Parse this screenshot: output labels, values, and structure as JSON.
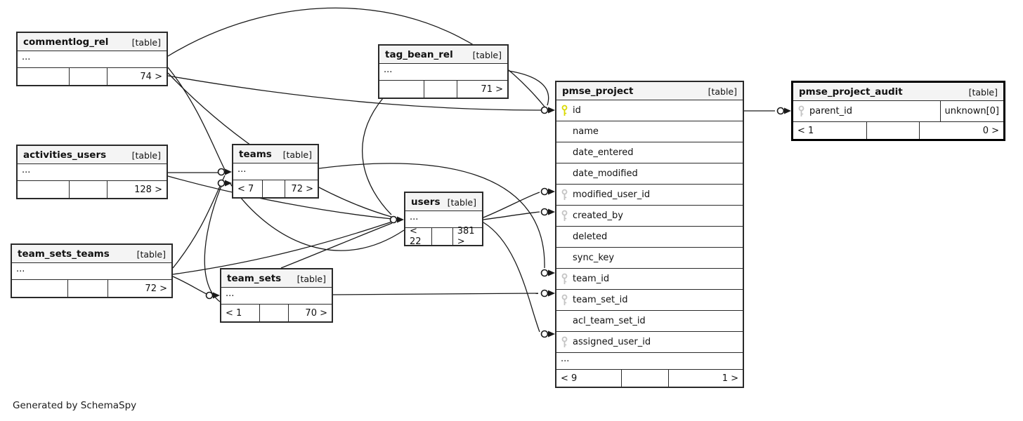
{
  "app": {
    "credit": "Generated by SchemaSpy"
  },
  "colors": {
    "pk_key": "#d9d900",
    "fk_key": "#c4c4c4",
    "header_bg": "#f4f4f4",
    "line": "#1a1a1a"
  },
  "tables": [
    {
      "name": "commentlog_rel",
      "tag": "[table]",
      "ellipsis": "...",
      "footer": [
        "",
        "",
        "74 >"
      ]
    },
    {
      "name": "tag_bean_rel",
      "tag": "[table]",
      "ellipsis": "...",
      "footer": [
        "",
        "",
        "71 >"
      ]
    },
    {
      "name": "activities_users",
      "tag": "[table]",
      "ellipsis": "...",
      "footer": [
        "",
        "",
        "128 >"
      ]
    },
    {
      "name": "teams",
      "tag": "[table]",
      "ellipsis": "...",
      "footer": [
        "< 7",
        "",
        "72 >"
      ]
    },
    {
      "name": "users",
      "tag": "[table]",
      "ellipsis": "...",
      "footer": [
        "< 22",
        "",
        "381 >"
      ]
    },
    {
      "name": "team_sets_teams",
      "tag": "[table]",
      "ellipsis": "...",
      "footer": [
        "",
        "",
        "72 >"
      ]
    },
    {
      "name": "team_sets",
      "tag": "[table]",
      "ellipsis": "...",
      "footer": [
        "< 1",
        "",
        "70 >"
      ]
    },
    {
      "name": "pmse_project",
      "tag": "[table]",
      "ellipsis": "...",
      "columns": [
        {
          "name": "id",
          "key": "pk"
        },
        {
          "name": "name"
        },
        {
          "name": "date_entered"
        },
        {
          "name": "date_modified"
        },
        {
          "name": "modified_user_id",
          "key": "fk"
        },
        {
          "name": "created_by",
          "key": "fk"
        },
        {
          "name": "deleted"
        },
        {
          "name": "sync_key"
        },
        {
          "name": "team_id",
          "key": "fk"
        },
        {
          "name": "team_set_id",
          "key": "fk"
        },
        {
          "name": "acl_team_set_id"
        },
        {
          "name": "assigned_user_id",
          "key": "fk"
        }
      ],
      "footer": [
        "< 9",
        "",
        "1 >"
      ]
    },
    {
      "name": "pmse_project_audit",
      "tag": "[table]",
      "columns": [
        {
          "name": "parent_id",
          "key": "fk",
          "type": "unknown[0]"
        }
      ],
      "footer": [
        "< 1",
        "",
        "0 >"
      ]
    }
  ]
}
